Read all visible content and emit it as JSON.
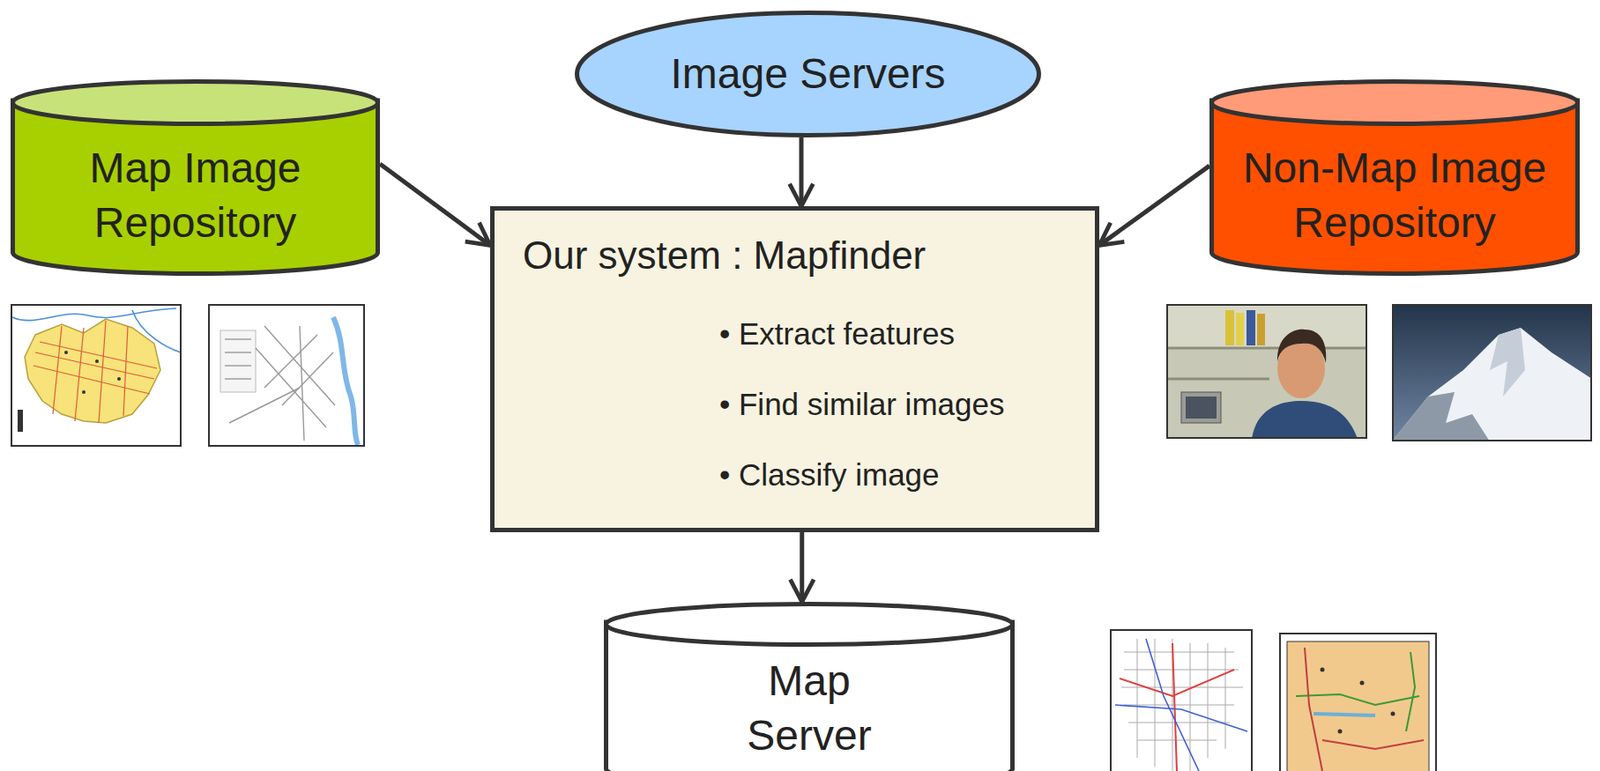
{
  "diagram": {
    "nodes": [
      {
        "text": [
          "Image Servers"
        ]
      },
      {
        "text": [
          "Map Image Repository"
        ]
      },
      {
        "text": [
          "Our system : Mapfinder",
          "• Extract features",
          "• Find similar images",
          "• Classify image"
        ]
      },
      {
        "text": [
          "Non-Map Image Repository"
        ]
      },
      {
        "text": [
          "Map Server"
        ]
      }
    ],
    "edges": [
      {
        "from": 0,
        "to": 2,
        "arrow": "to"
      },
      {
        "from": 1,
        "to": 2,
        "arrow": "to"
      },
      {
        "from": 3,
        "to": 2,
        "arrow": "to"
      },
      {
        "from": 2,
        "to": 4,
        "arrow": "to"
      }
    ]
  }
}
